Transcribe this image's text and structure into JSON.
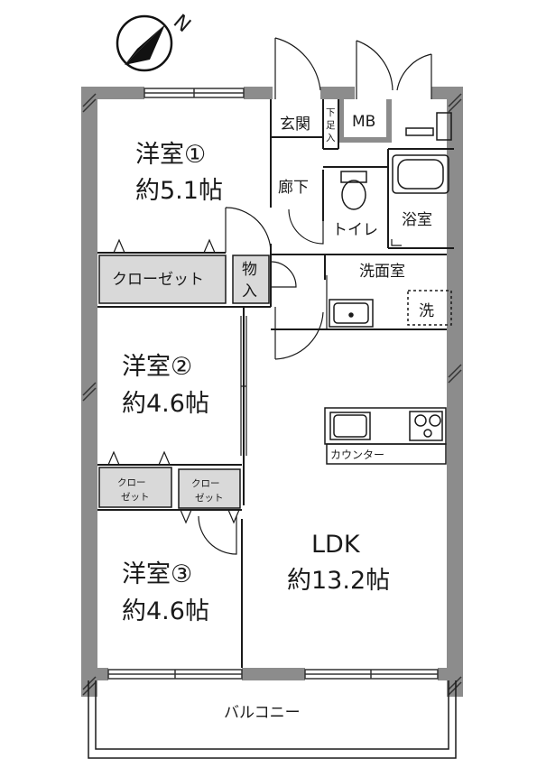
{
  "compass": {
    "north_label": "N"
  },
  "rooms": {
    "western1": {
      "name": "洋室①",
      "size": "約5.1帖"
    },
    "western2": {
      "name": "洋室②",
      "size": "約4.6帖"
    },
    "western3": {
      "name": "洋室③",
      "size": "約4.6帖"
    },
    "ldk": {
      "name": "LDK",
      "size": "約13.2帖"
    },
    "entrance": "玄関",
    "shoe_box": [
      "下",
      "足",
      "入"
    ],
    "mb": "MB",
    "hallway": "廊下",
    "toilet": "トイレ",
    "bathroom": "浴室",
    "washroom": "洗面室",
    "washer": "洗",
    "storage": [
      "物",
      "入"
    ],
    "closet_large": "クローゼット",
    "closet_small_a": [
      "クロー",
      "ゼット"
    ],
    "closet_small_b": [
      "クロー",
      "ゼット"
    ],
    "counter": "カウンター",
    "balcony": "バルコニー"
  },
  "colors": {
    "wall": "#8c8c8c",
    "closet": "#d9d9d9",
    "line": "#1a1a1a"
  }
}
